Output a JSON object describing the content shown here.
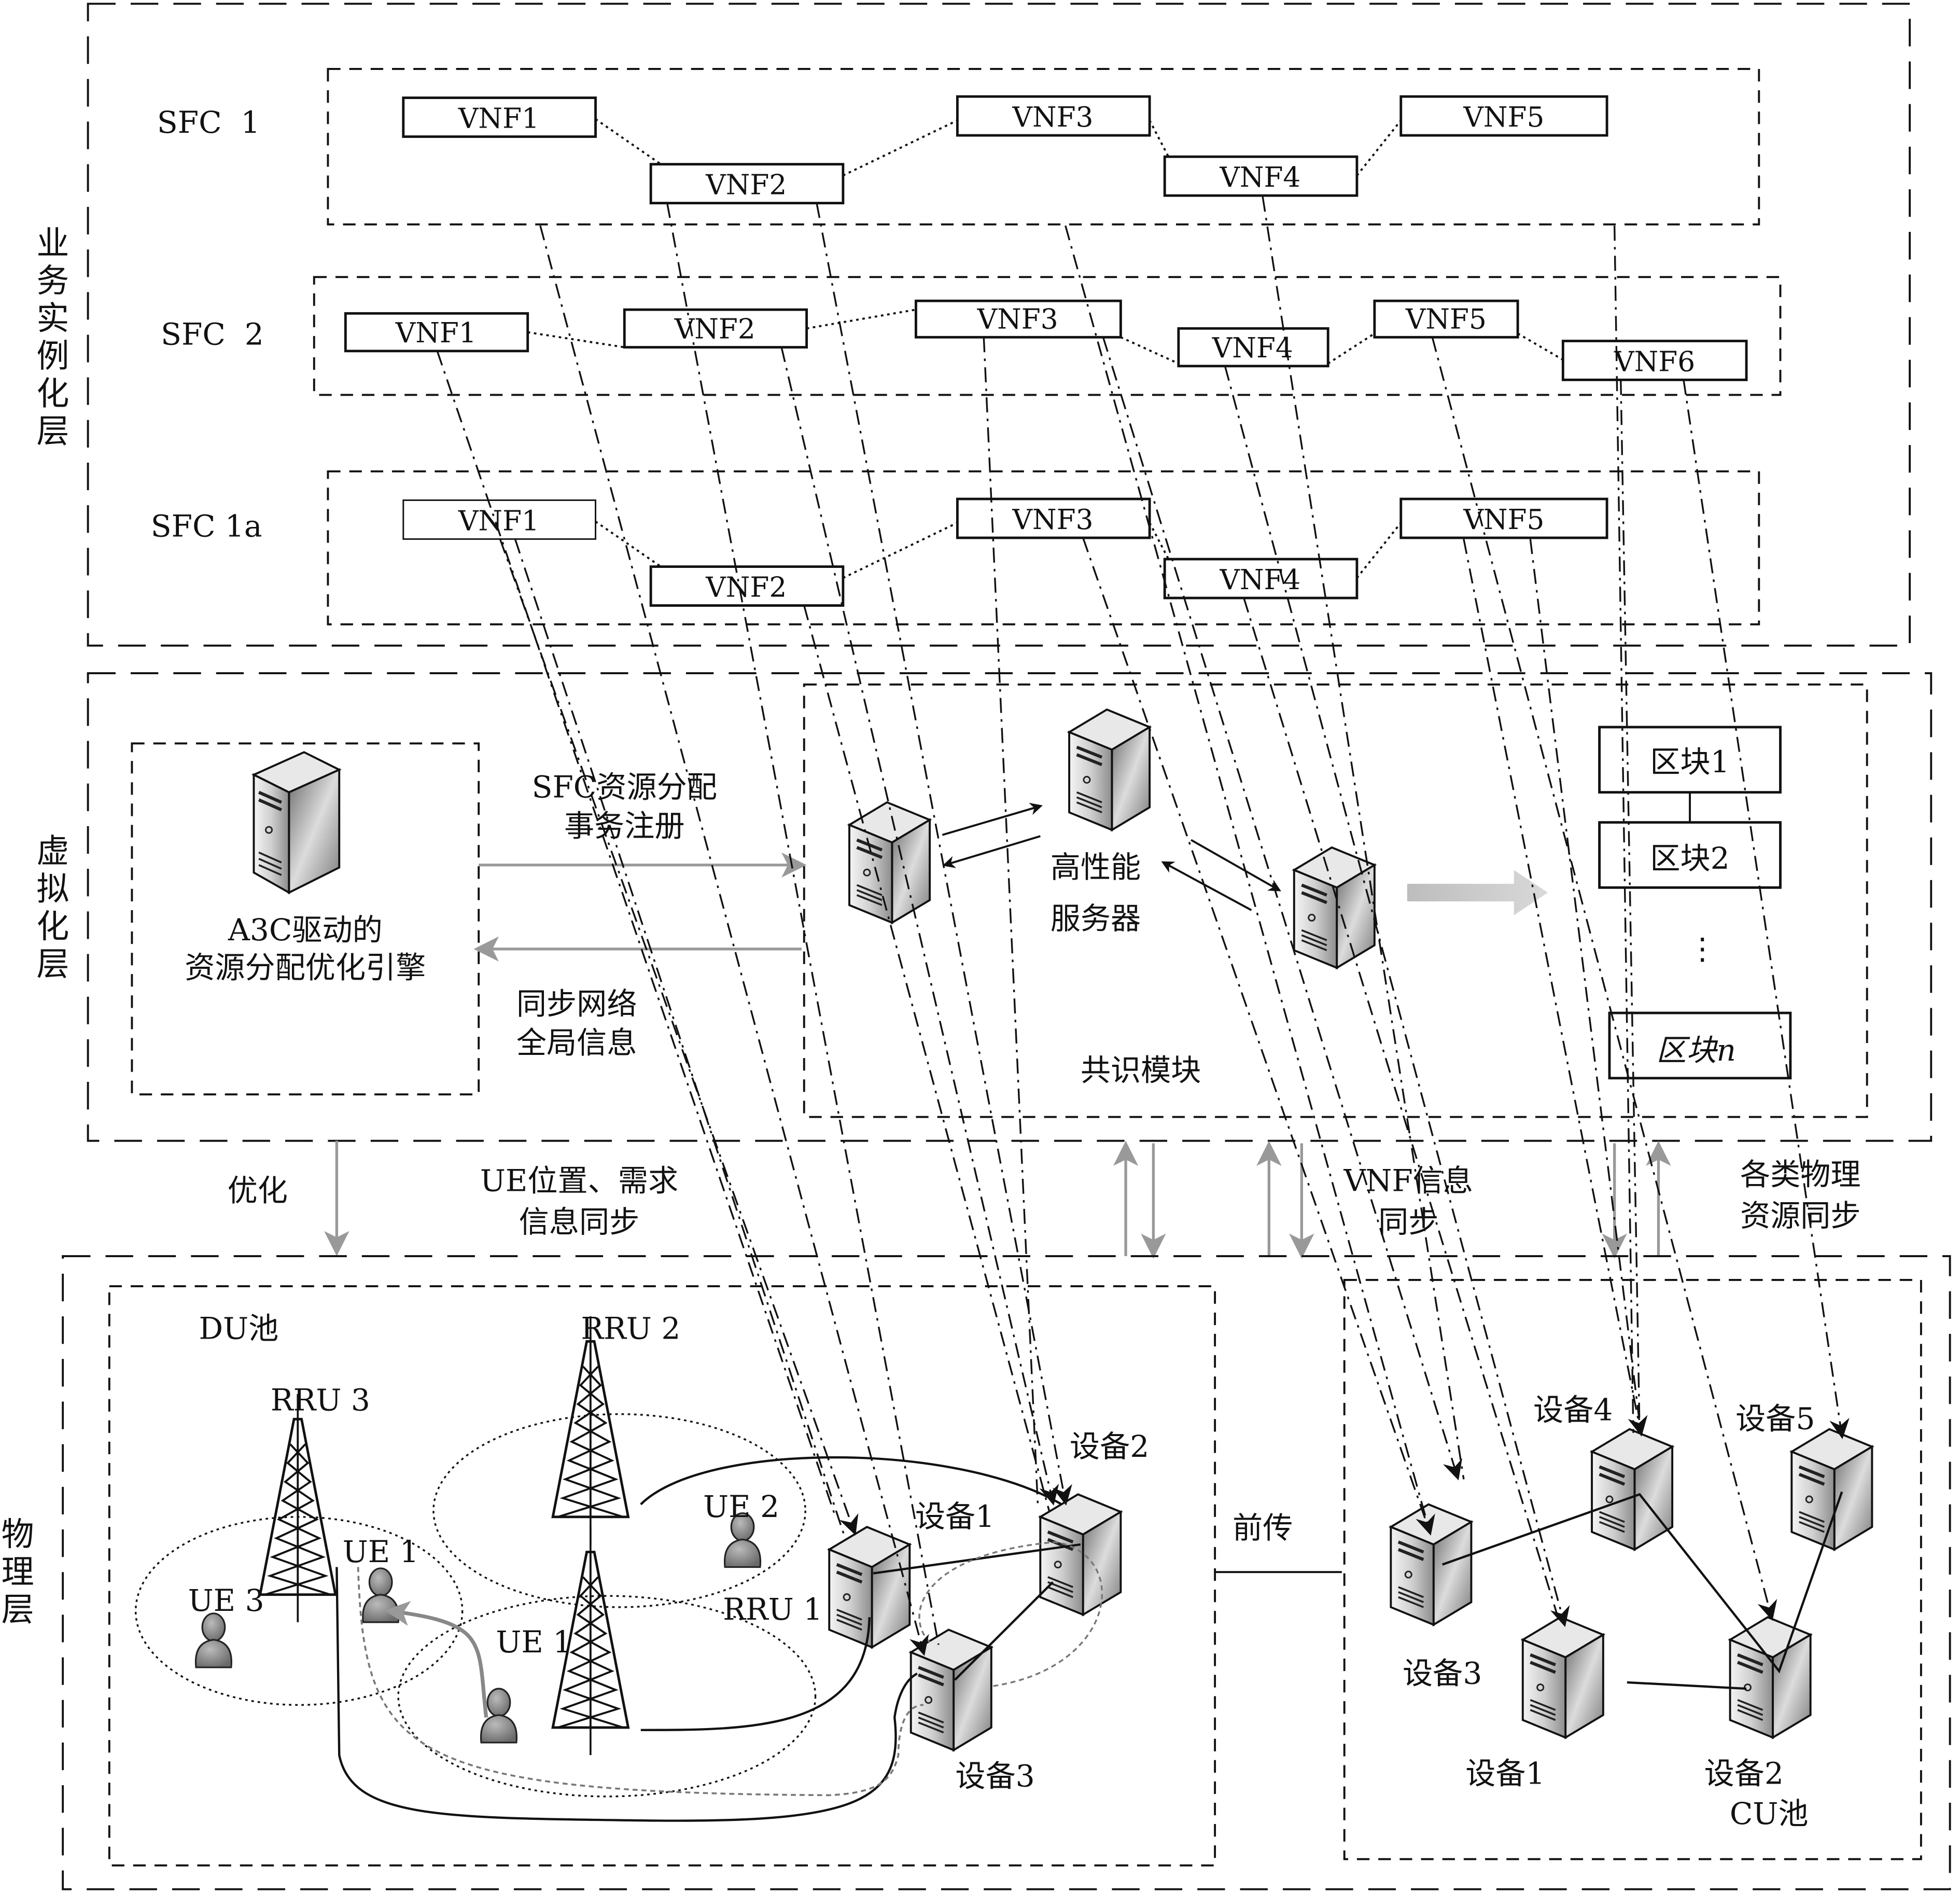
{
  "layers": {
    "service_layer": {
      "label": "业务实例化层",
      "sfcs": [
        {
          "name": "SFC  1",
          "vnfs": [
            "VNF1",
            "VNF2",
            "VNF3",
            "VNF4",
            "VNF5"
          ]
        },
        {
          "name": "SFC  2",
          "vnfs": [
            "VNF1",
            "VNF2",
            "VNF3",
            "VNF4",
            "VNF5",
            "VNF6"
          ]
        },
        {
          "name": "SFC 1a",
          "vnfs": [
            "VNF1",
            "VNF2",
            "VNF3",
            "VNF4",
            "VNF5"
          ]
        }
      ]
    },
    "virtual_layer": {
      "label": "虚拟化层",
      "engine": {
        "line1": "A3C驱动的",
        "line2": "资源分配优化引擎"
      },
      "arrow_to_consensus": {
        "line1": "SFC资源分配",
        "line2": "事务注册"
      },
      "arrow_from_consensus": {
        "line1": "同步网络",
        "line2": "全局信息"
      },
      "server_label": {
        "line1": "高性能",
        "line2": "服务器"
      },
      "consensus_label": "共识模块",
      "blocks": [
        "区块1",
        "区块2",
        "⋮",
        "区块n"
      ]
    },
    "physical_layer": {
      "label": "物理层",
      "du_pool": {
        "label": "DU池",
        "rrus": [
          "RRU 1",
          "RRU 2",
          "RRU 3"
        ],
        "ues": [
          "UE 1",
          "UE 1",
          "UE 2",
          "UE 3"
        ],
        "devices": [
          "设备1",
          "设备2",
          "设备3"
        ]
      },
      "fronthaul_label": "前传",
      "cu_pool": {
        "label": "CU池",
        "devices": [
          "设备1",
          "设备2",
          "设备3",
          "设备4",
          "设备5"
        ]
      }
    }
  },
  "between_layers": {
    "optimize": "优化",
    "ue_sync": {
      "line1": "UE位置、需求",
      "line2": "信息同步"
    },
    "vnf_sync": {
      "line1": "VNF信息",
      "line2": "同步"
    },
    "phys_sync": {
      "line1": "各类物理",
      "line2": "资源同步"
    }
  }
}
